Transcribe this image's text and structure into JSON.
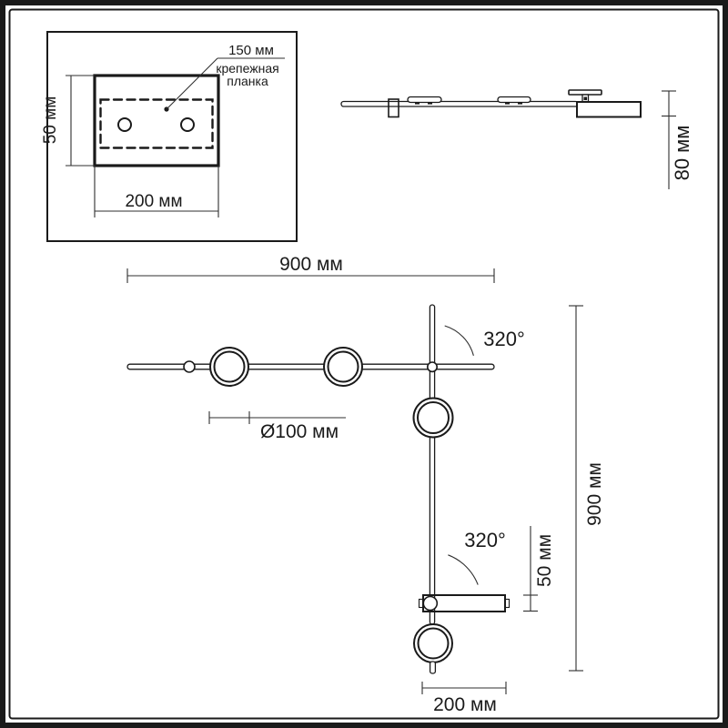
{
  "colors": {
    "line": "#1a1a1a",
    "dim": "#2f2f2f",
    "background": "#ffffff"
  },
  "inset_view": {
    "offset_label": "150 мм",
    "part_label": {
      "line1": "крепежная",
      "line2": "планка"
    },
    "height_dim": "50 мм",
    "width_dim": "200 мм"
  },
  "side_view": {
    "depth_dim": "80 мм"
  },
  "front_view": {
    "width_dim": "900 мм",
    "upper_rotation": "320°",
    "ring_diameter": "Ø100 мм",
    "lower_rotation": "320°",
    "bracket_height_dim": "50 мм",
    "height_dim": "900 мм",
    "bracket_width_dim": "200 мм"
  }
}
